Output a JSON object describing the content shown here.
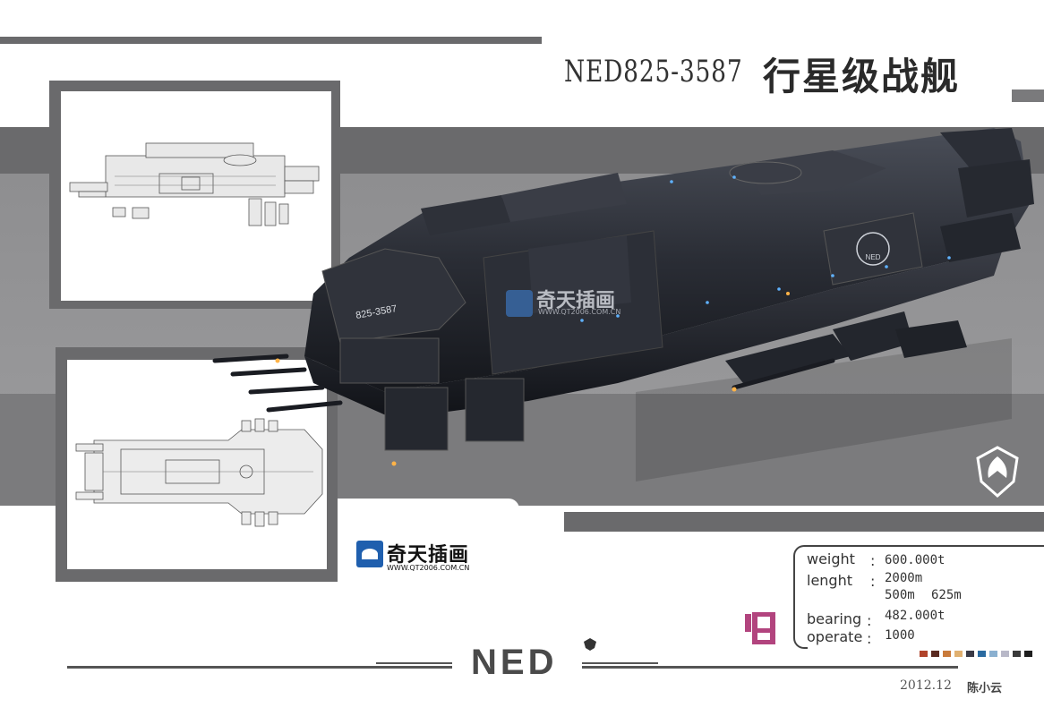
{
  "header": {
    "code": "NED825-3587",
    "title_cn": "行星级战舰"
  },
  "ship": {
    "hull_number": "825-3587",
    "emblem_text": "NED"
  },
  "watermark": {
    "brand_cn": "奇天插画",
    "url": "WWW.QT2006.COM.CN"
  },
  "logo": {
    "brand_cn": "奇天插画",
    "url": "WWW.QT2006.COM.CN"
  },
  "specs": {
    "weight_label": "weight",
    "weight_value": "600.000t",
    "length_label": "lenght",
    "length_value_1": "2000m",
    "length_value_2": "500m",
    "length_value_3": "625m",
    "bearing_label": "bearing",
    "bearing_value": "482.000t",
    "operate_label": "operate",
    "operate_value": "1000",
    "colon": ":"
  },
  "footer": {
    "brand": "NED",
    "date": "2012.12",
    "author": "陈小云"
  },
  "palette": [
    "#b0432a",
    "#5a2a20",
    "#c97a3a",
    "#e0b070",
    "#3a3a46",
    "#2a6aa0",
    "#8ab0d0",
    "#b8b8c8",
    "#3a3a3a",
    "#1e1e1e"
  ]
}
